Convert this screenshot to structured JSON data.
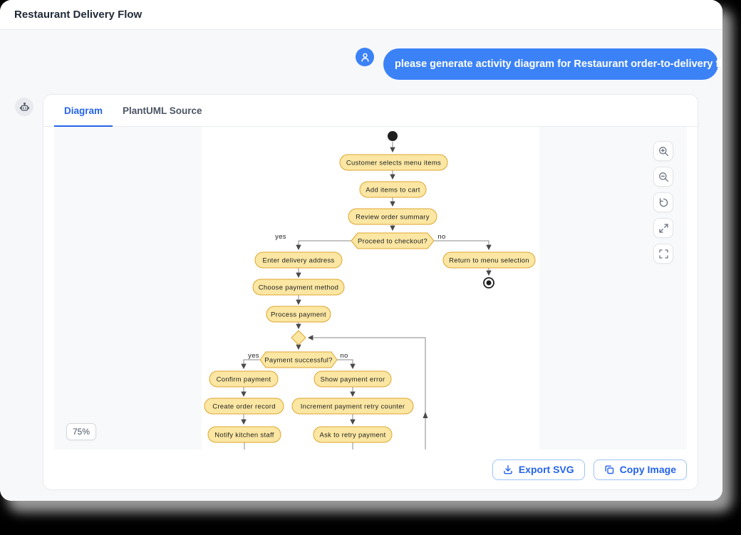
{
  "window": {
    "title": "Restaurant Delivery Flow"
  },
  "chat": {
    "user_message": "please generate activity diagram for Restaurant order-to-delivery flow"
  },
  "tabs": {
    "diagram": "Diagram",
    "plantuml_source": "PlantUML Source"
  },
  "viewer": {
    "zoom_level": "75%",
    "controls": {
      "zoom_in": "zoom-in",
      "zoom_out": "zoom-out",
      "reset": "reset-view",
      "expand": "expand",
      "fullscreen": "fullscreen"
    }
  },
  "footer": {
    "export_svg": "Export SVG",
    "copy_image": "Copy Image"
  },
  "colors": {
    "accent_blue": "#3b82f6",
    "link_blue": "#2563eb",
    "node_fill": "#FBE7A3",
    "node_border": "#DFA530",
    "edge_gray": "#8a8a8a",
    "page_bg": "#f7f8fa"
  },
  "diagram": {
    "type": "activity",
    "actions": {
      "a1": "Customer selects menu items",
      "a2": "Add items to cart",
      "a3": "Review order summary",
      "a4": "Enter delivery address",
      "a5": "Choose payment method",
      "a6": "Process payment",
      "a7": "Confirm payment",
      "a8": "Create order record",
      "a9": "Notify kitchen staff",
      "a10": "Show payment error",
      "a11": "Increment payment retry counter",
      "a12": "Ask to retry payment",
      "a13": "Return to menu selection"
    },
    "decisions": {
      "d1": {
        "label": "Proceed to checkout?",
        "yes": "yes",
        "no": "no"
      },
      "d2": {
        "label": "Payment successful?",
        "yes": "yes",
        "no": "no"
      }
    }
  }
}
